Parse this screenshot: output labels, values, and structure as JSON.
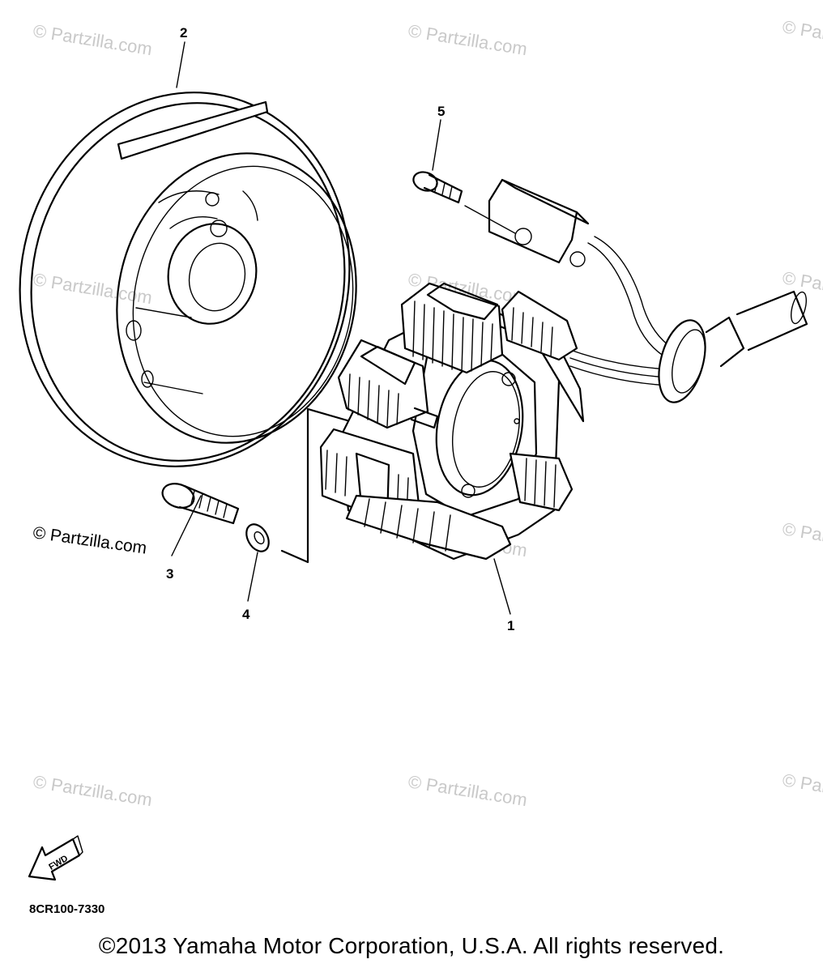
{
  "callouts": {
    "stator": "1",
    "flywheel": "2",
    "bolt": "3",
    "washer": "4",
    "screw": "5"
  },
  "watermark": {
    "text": "© Partzilla.com"
  },
  "fwd_label": "FWD",
  "diagram_code": "8CR100-7330",
  "copyright": "©2013  Yamaha Motor Corporation, U.S.A. All rights reserved.",
  "colors": {
    "line": "#000000",
    "watermark": "#c9c9c9",
    "background": "#ffffff"
  }
}
